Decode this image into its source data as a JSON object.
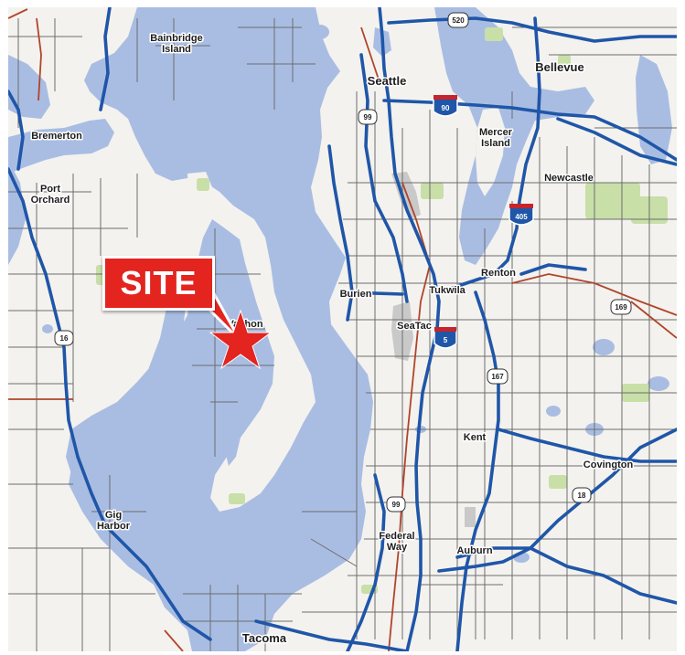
{
  "site_label": "SITE",
  "cities": {
    "seattle": "Seattle",
    "bellevue": "Bellevue",
    "bainbridge_island": "Bainbridge\nIsland",
    "bremerton": "Bremerton",
    "port_orchard": "Port\nOrchard",
    "mercer_island": "Mercer\nIsland",
    "newcastle": "Newcastle",
    "renton": "Renton",
    "burien": "Burien",
    "tukwila": "Tukwila",
    "seatac": "SeaTac",
    "vashon": "Vashon",
    "kent": "Kent",
    "covington": "Covington",
    "gig_harbor": "Gig\nHarbor",
    "federal_way": "Federal\nWay",
    "auburn": "Auburn",
    "tacoma": "Tacoma"
  },
  "shields": {
    "sr520": "520",
    "i90": "90",
    "sr99_north": "99",
    "i405": "405",
    "sr169": "169",
    "i5": "5",
    "sr16": "16",
    "sr167": "167",
    "sr18": "18",
    "sr99_south": "99"
  },
  "colors": {
    "water": "#a9bde3",
    "land": "#f4f2ee",
    "park": "#c8dfa8",
    "highway": "#1f56a8",
    "arterial": "#b0442c",
    "road": "#6d6d6d",
    "site_marker": "#e3241f"
  }
}
